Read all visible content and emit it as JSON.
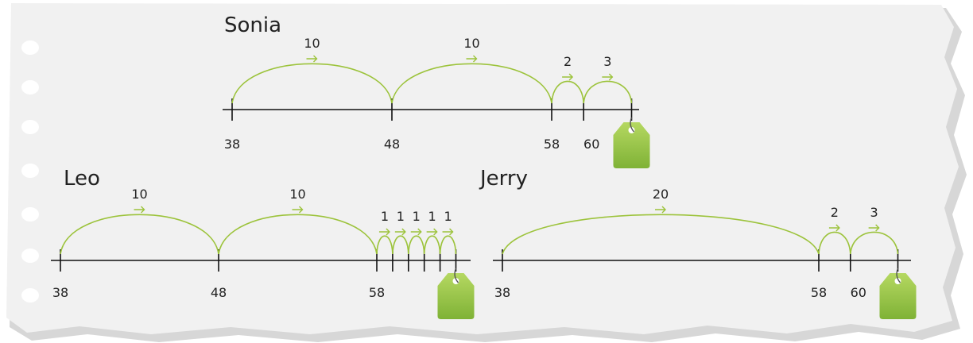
{
  "colors": {
    "paper": "#f1f1f1",
    "shadow": "#d7d7d7",
    "line": "#111111",
    "arc": "#9cc33b",
    "tag_light": "#b5d861",
    "tag_dark": "#7fb236"
  },
  "number_lines": [
    {
      "id": "sonia",
      "name": "Sonia",
      "ticks": [
        38,
        48,
        58,
        60,
        63
      ],
      "tick_labels": [
        "38",
        "48",
        "58",
        "60"
      ],
      "jumps": [
        {
          "from": 38,
          "to": 48,
          "label": "10"
        },
        {
          "from": 48,
          "to": 58,
          "label": "10"
        },
        {
          "from": 58,
          "to": 60,
          "label": "2"
        },
        {
          "from": 60,
          "to": 63,
          "label": "3"
        }
      ],
      "price_tag_at": 63
    },
    {
      "id": "leo",
      "name": "Leo",
      "ticks": [
        38,
        48,
        58,
        59,
        60,
        61,
        62,
        63
      ],
      "tick_labels": [
        "38",
        "48",
        "58"
      ],
      "jumps": [
        {
          "from": 38,
          "to": 48,
          "label": "10"
        },
        {
          "from": 48,
          "to": 58,
          "label": "10"
        },
        {
          "from": 58,
          "to": 59,
          "label": "1"
        },
        {
          "from": 59,
          "to": 60,
          "label": "1"
        },
        {
          "from": 60,
          "to": 61,
          "label": "1"
        },
        {
          "from": 61,
          "to": 62,
          "label": "1"
        },
        {
          "from": 62,
          "to": 63,
          "label": "1"
        }
      ],
      "price_tag_at": 63
    },
    {
      "id": "jerry",
      "name": "Jerry",
      "ticks": [
        38,
        58,
        60,
        63
      ],
      "tick_labels": [
        "38",
        "58",
        "60"
      ],
      "jumps": [
        {
          "from": 38,
          "to": 58,
          "label": "20"
        },
        {
          "from": 58,
          "to": 60,
          "label": "2"
        },
        {
          "from": 60,
          "to": 63,
          "label": "3"
        }
      ],
      "price_tag_at": 63
    }
  ]
}
